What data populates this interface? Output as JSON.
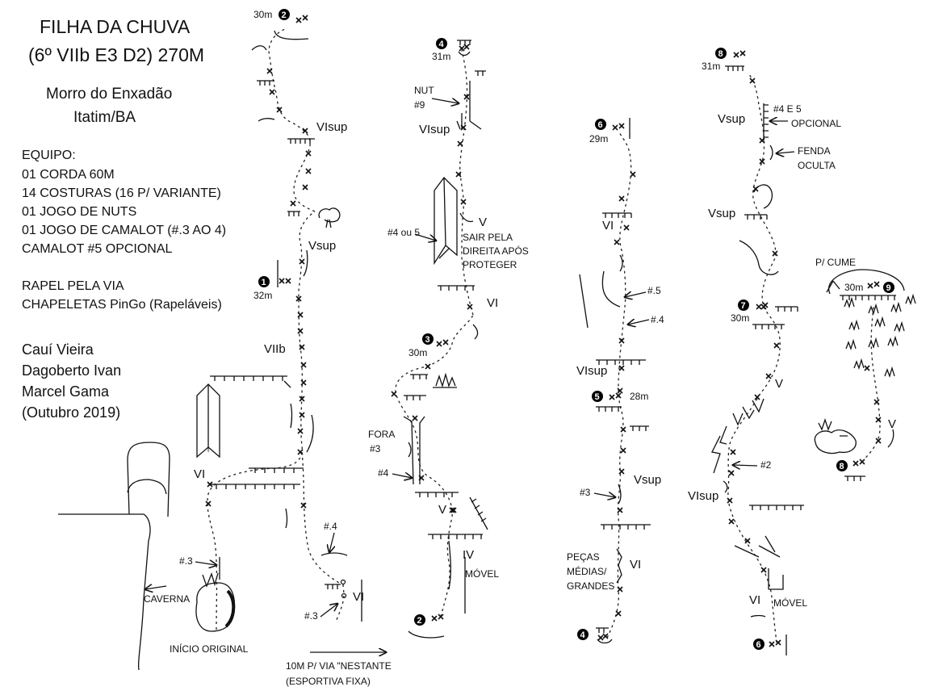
{
  "header": {
    "title_line1": "FILHA DA CHUVA",
    "title_line2": "(6º VIIb E3 D2) 270M",
    "location_line1": "Morro do Enxadão",
    "location_line2": "Itatim/BA"
  },
  "equipment": {
    "heading": "EQUIPO:",
    "items": [
      "01 CORDA 60M",
      "14 COSTURAS (16 P/ VARIANTE)",
      "01 JOGO DE NUTS",
      "01 JOGO DE CAMALOT (#.3 AO 4)",
      "CAMALOT #5 OPCIONAL"
    ]
  },
  "descent": {
    "line1": "RAPEL PELA VIA",
    "line2": "CHAPELETAS PinGo (Rapeláveis)"
  },
  "authors": {
    "names": [
      "Cauí Vieira",
      "Dagoberto Ivan",
      "Marcel Gama",
      "(Outubro 2019)"
    ]
  },
  "topo": {
    "grades": {
      "p1_vi": "VI",
      "p1_viib": "VIIb",
      "p1_vsup": "Vsup",
      "p2_visup_top": "VIsup",
      "p2_vi_lower": "VI",
      "p3_v": "V",
      "p3_iv": "IV",
      "p3_vi": "VI",
      "p3_v_upper": "V",
      "p4_visup": "VIsup",
      "p5_vi": "VI",
      "p5_vsup": "Vsup",
      "p6_visup": "VIsup",
      "p6_vi": "VI",
      "p7_vi": "VI",
      "p7_visup": "VIsup",
      "p7_v": "V",
      "p8_vsup_lower": "Vsup",
      "p8_vsup_upper": "Vsup",
      "p9_v": "V"
    },
    "stations": {
      "s1": "1",
      "s2a": "2",
      "s2b": "2",
      "s3": "3",
      "s4a": "4",
      "s4b": "4",
      "s5": "5",
      "s6a": "6",
      "s6b": "6",
      "s7": "7",
      "s8a": "8",
      "s8b": "8",
      "s9": "9"
    },
    "lengths": {
      "l1": "32m",
      "l2": "30m",
      "l3": "30m",
      "l4": "31m",
      "l5": "28m",
      "l6": "29m",
      "l7": "30m",
      "l8": "31m",
      "l9": "30m"
    },
    "labels": {
      "caverna": "CAVERNA",
      "inicio": "INÍCIO ORIGINAL",
      "cam3_a": "#.3",
      "cam4_a": "#.4",
      "cam3_b": "#.3",
      "nestante1": "10M P/ VIA \"NESTANTE",
      "nestante2": "(ESPORTIVA FIXA)",
      "fora1": "FORA",
      "fora2": "#3",
      "cam4_c": "#4",
      "movel_a": "MÓVEL",
      "cam4ou5": "#4 ou 5",
      "sair1": "SAIR PELA",
      "sair2": "DIREITA APÓS",
      "sair3": "PROTEGER",
      "nut1": "NUT",
      "nut2": "#9",
      "cam5": "#.5",
      "cam4_d": "#.4",
      "cam3_e": "#3",
      "pecas1": "PEÇAS",
      "pecas2": "MÉDIAS/",
      "pecas3": "GRANDES",
      "cam2": "#2",
      "movel_b": "MÓVEL",
      "fenda1": "FENDA",
      "fenda2": "OCULTA",
      "opc1": "#4 E 5",
      "opc2": "OPCIONAL",
      "cume": "P/ CUME"
    }
  }
}
